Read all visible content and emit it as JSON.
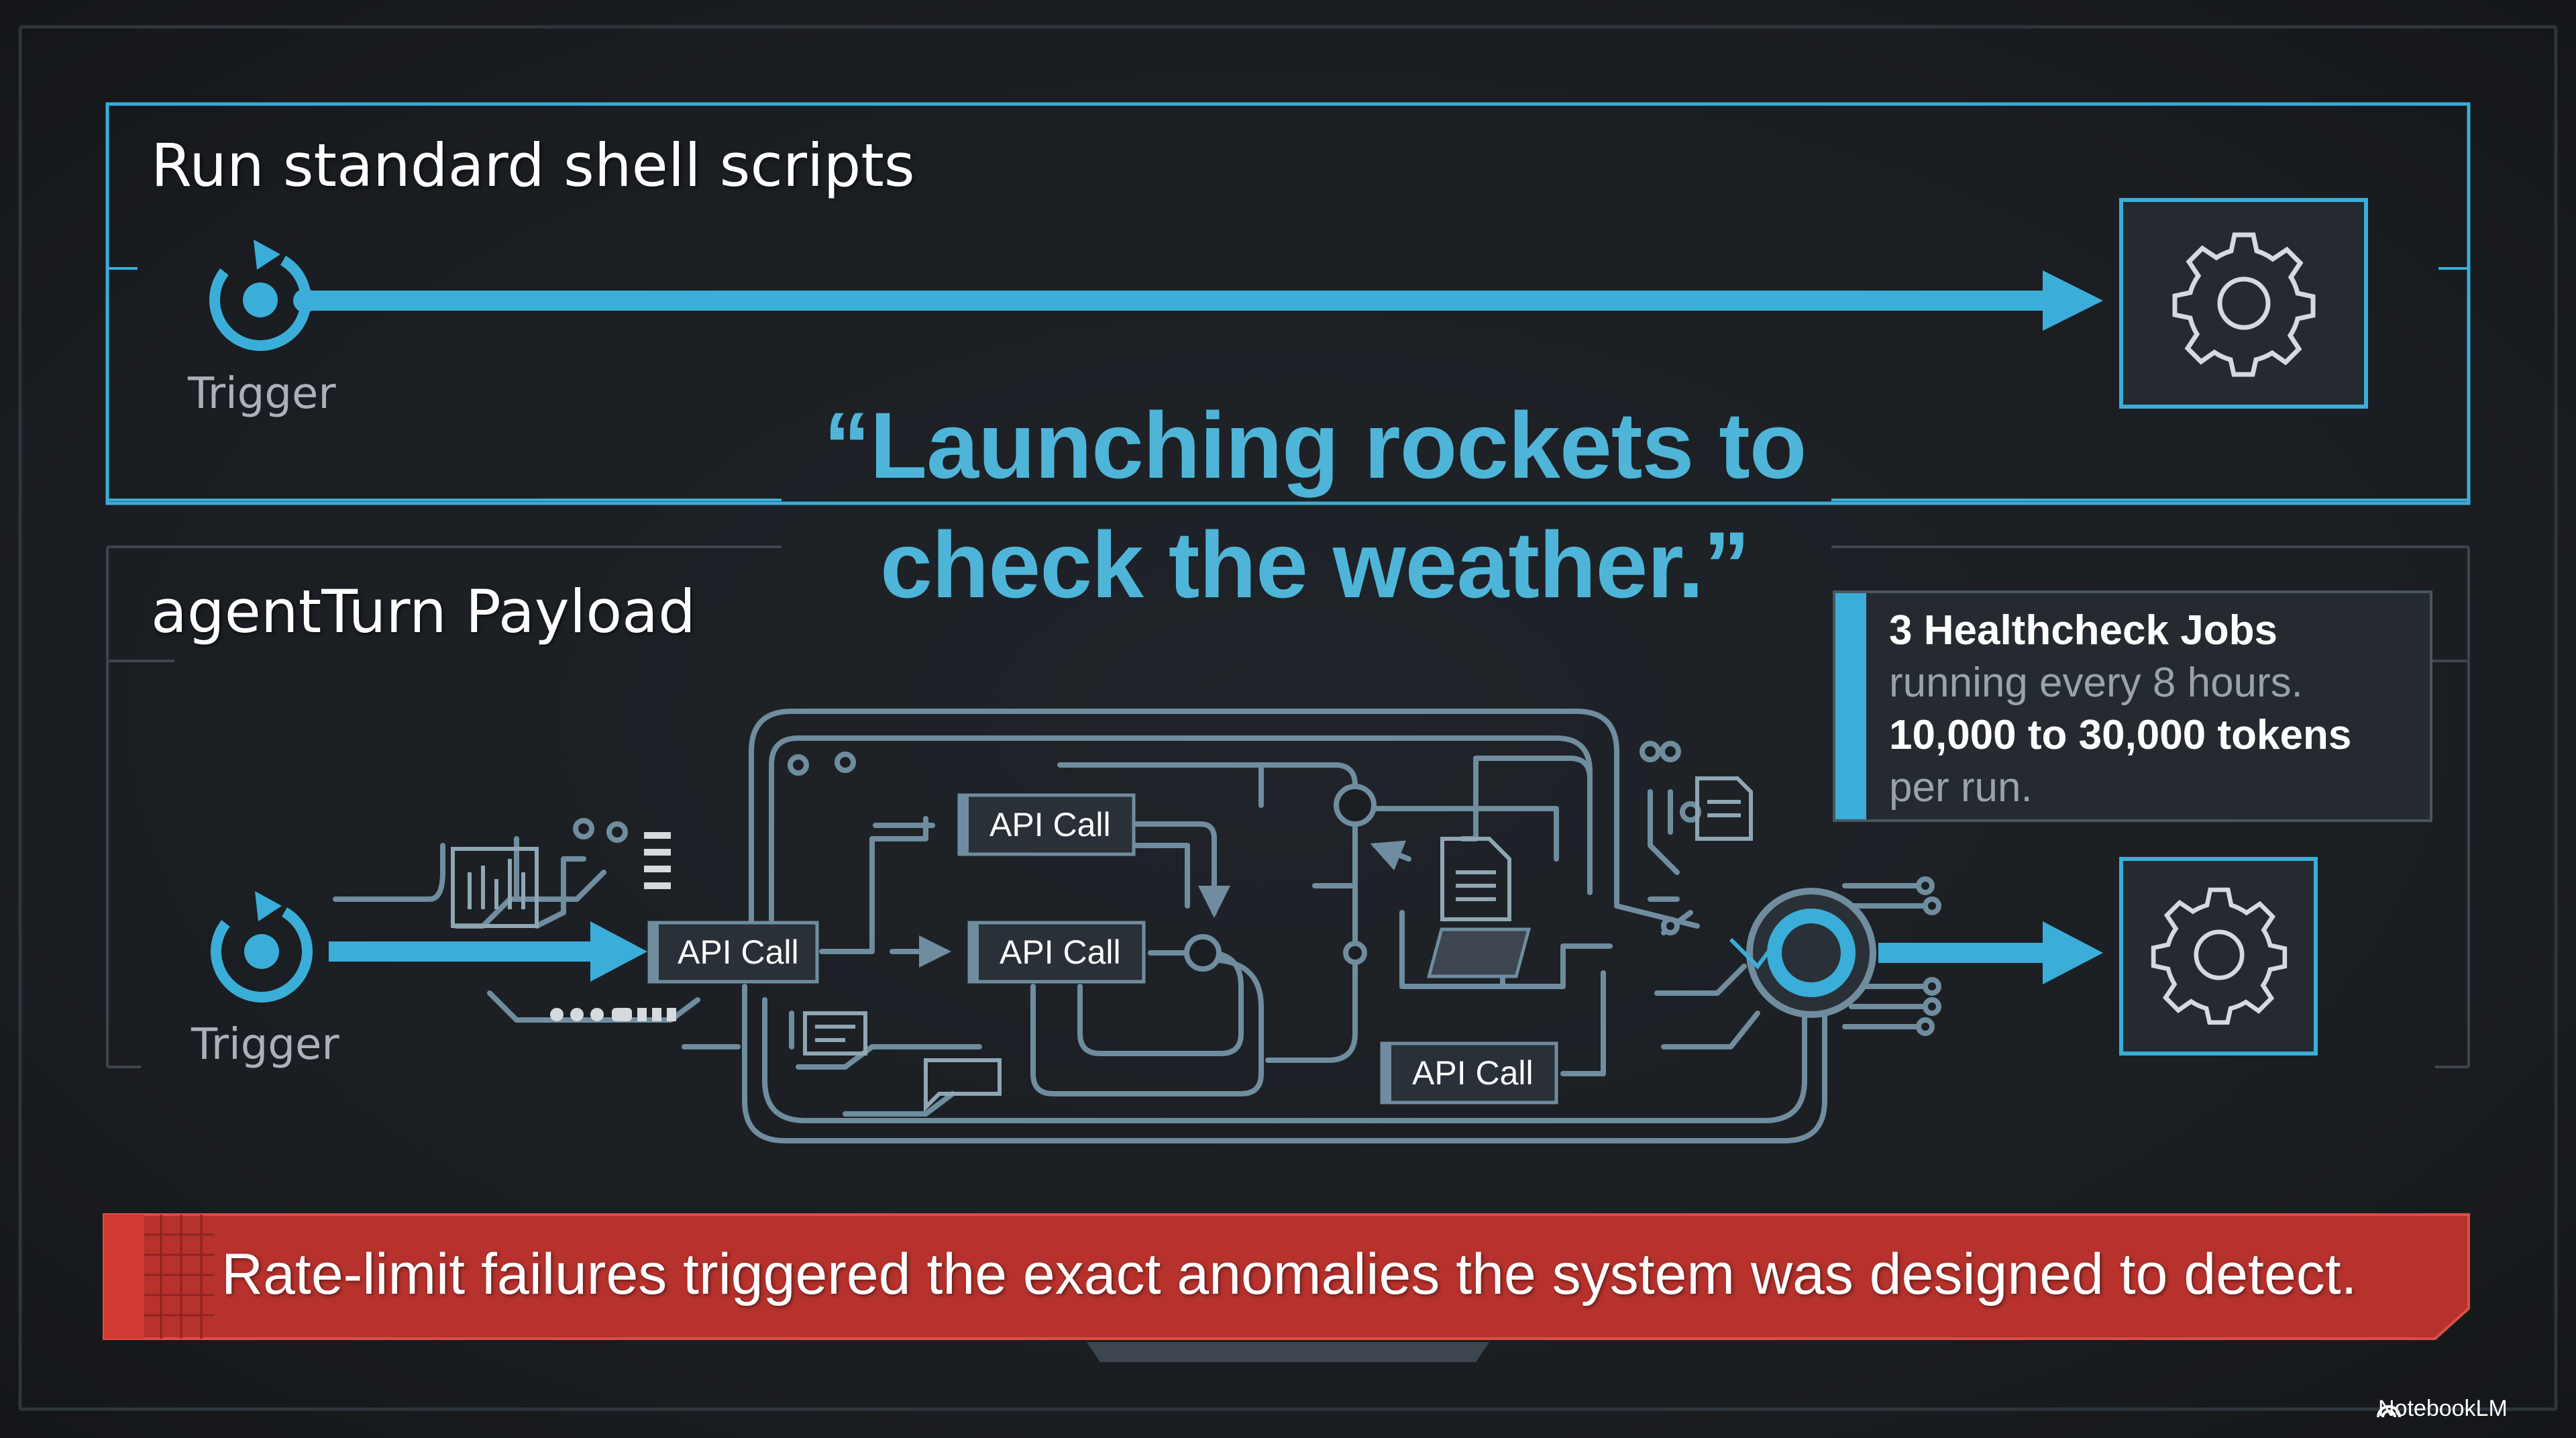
{
  "top_section": {
    "title": "Run standard shell scripts",
    "trigger_label": "Trigger"
  },
  "bottom_section": {
    "title": "agentTurn Payload",
    "trigger_label": "Trigger",
    "api_calls": [
      "API Call",
      "API Call",
      "API Call",
      "API Call"
    ]
  },
  "quote": {
    "line1": "“Launching rockets to",
    "line2": "check the weather.”"
  },
  "info_box": {
    "line1": "3 Healthcheck Jobs",
    "line2": "running every 8 hours.",
    "line3": "10,000 to 30,000 tokens",
    "line4": "per run."
  },
  "banner": {
    "text": "Rate-limit failures triggered the exact anomalies the system was designed to detect."
  },
  "watermark": "NotebookLM",
  "icons": [
    "trigger-icon",
    "gear-icon",
    "chart-icon",
    "document-icon",
    "chat-icon",
    "brain-icon"
  ],
  "colors": {
    "background": "#1b1e23",
    "accent_cyan": "#3aaed8",
    "circuit_line": "#6f8d9e",
    "banner_red": "#b8322d",
    "quote_text": "#4fb5d8"
  }
}
